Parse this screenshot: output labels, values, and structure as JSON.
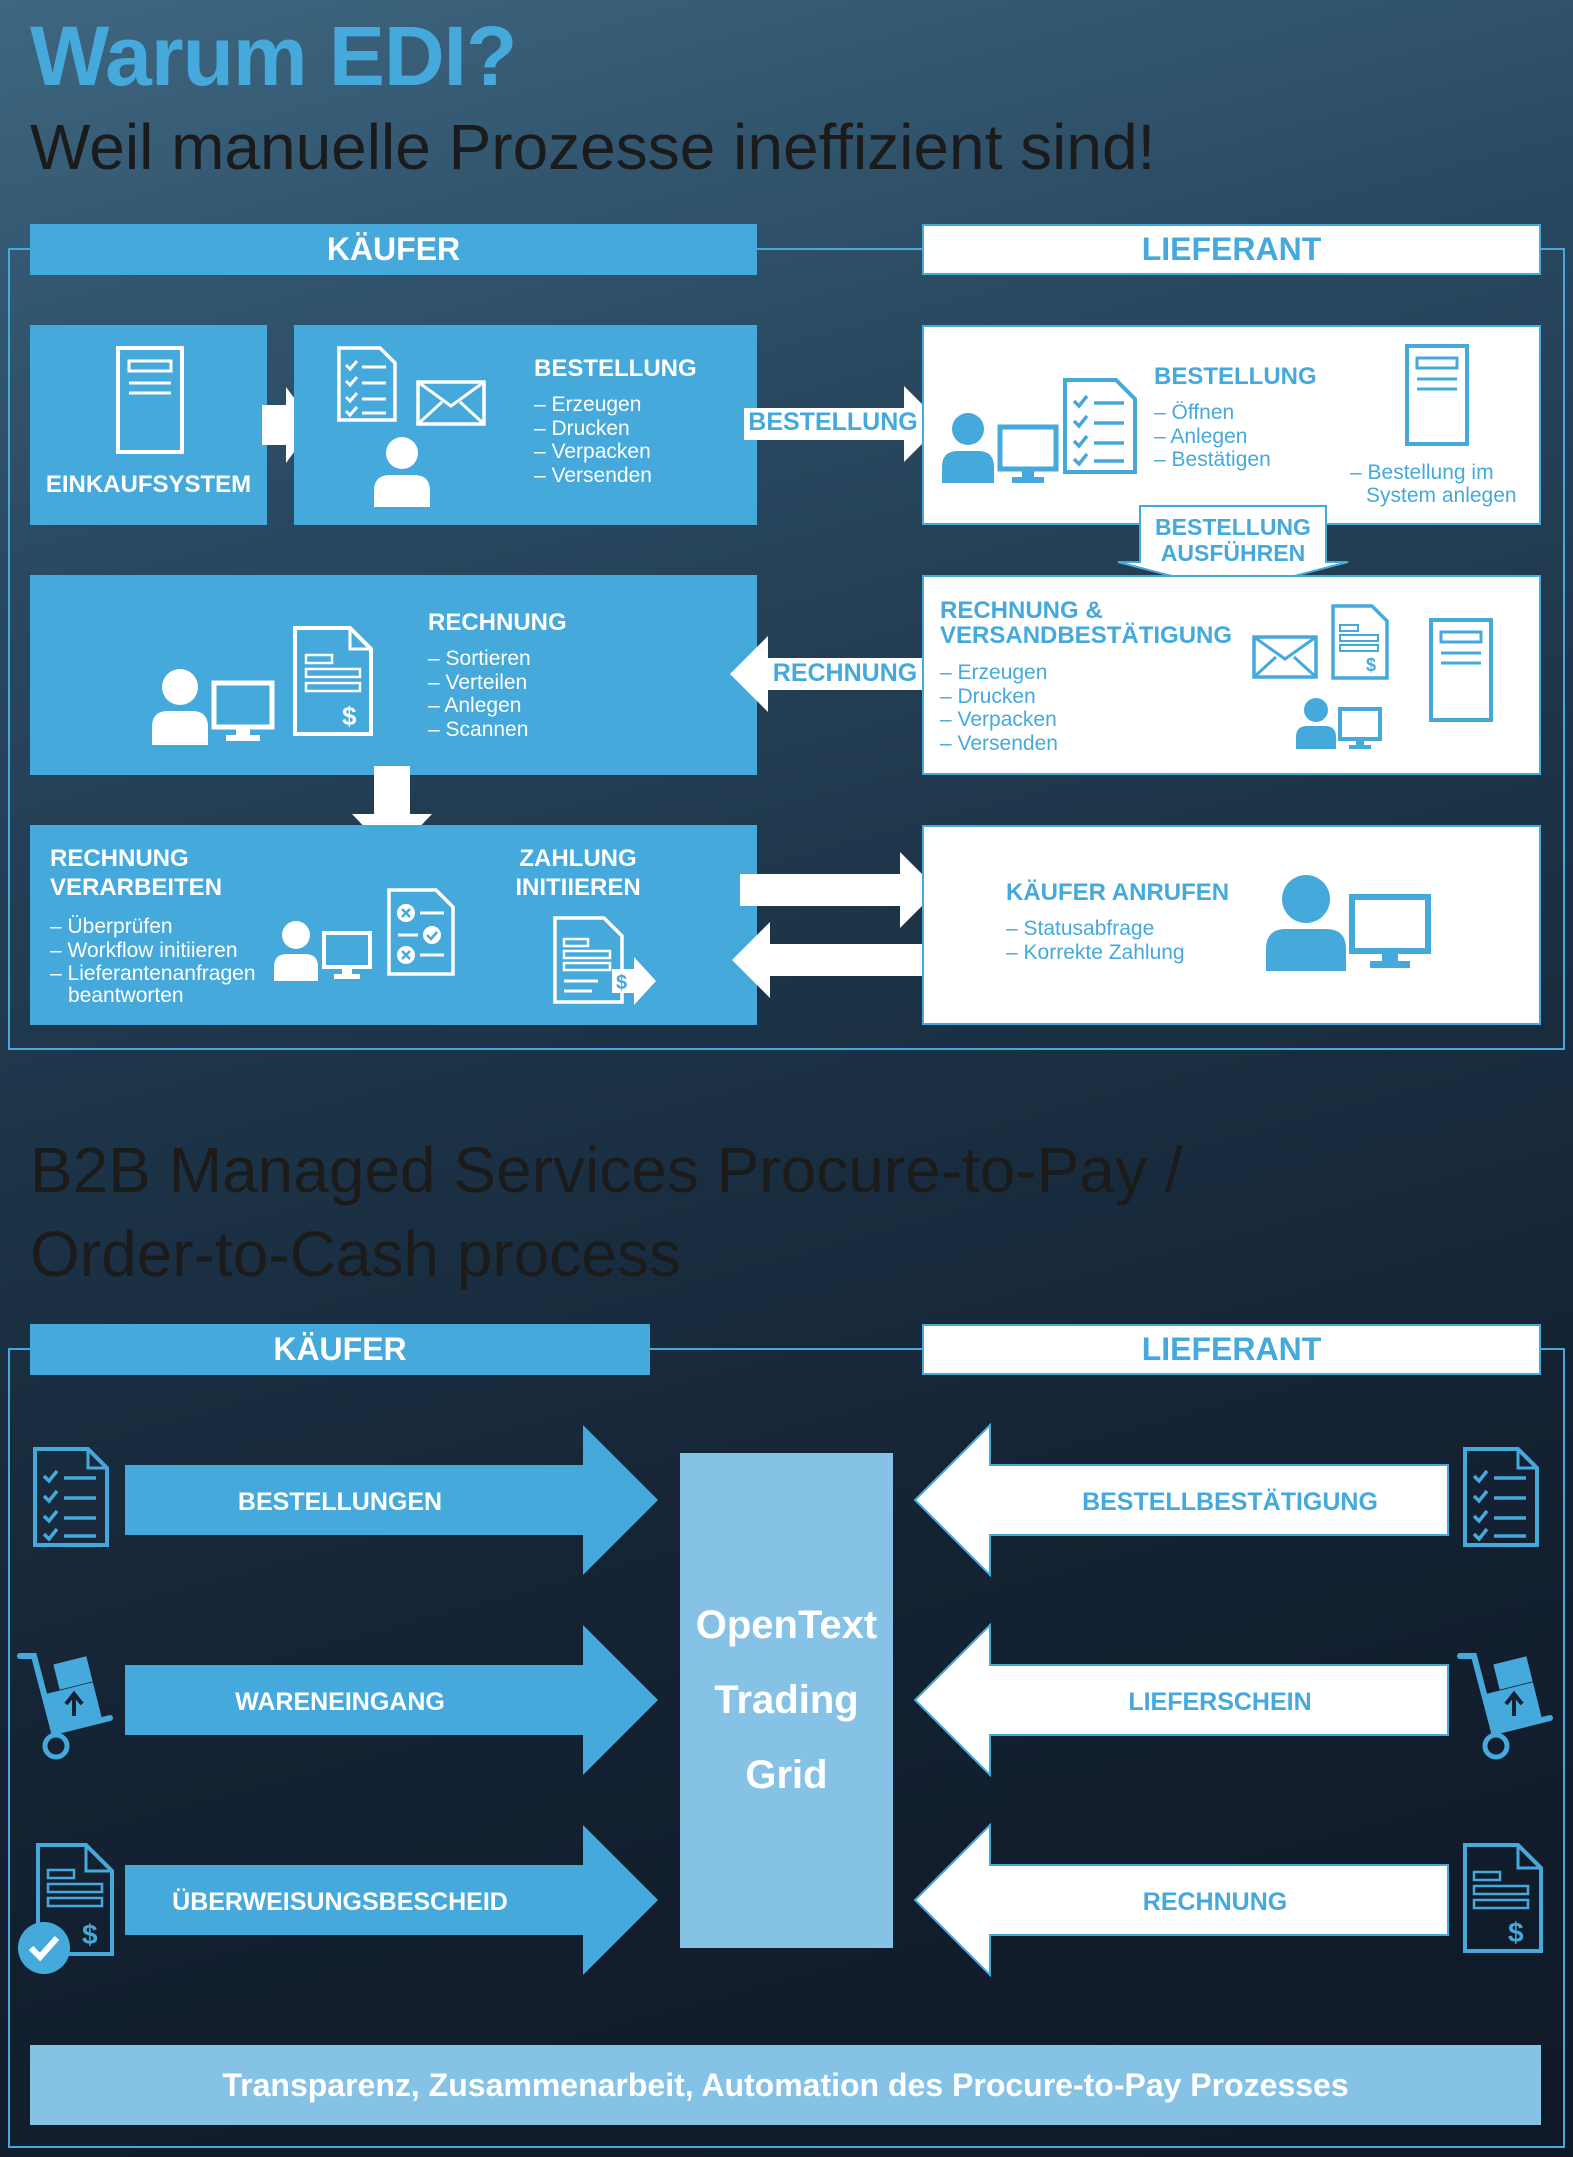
{
  "title": "Warum EDI?",
  "subtitle": "Weil manuelle Prozesse ineffizient sind!",
  "section1": {
    "buyer_header": "KÄUFER",
    "supplier_header": "LIEFERANT",
    "einkauf_label": "EINKAUFSYSTEM",
    "bestellung_title": "BESTELLUNG",
    "bestellung_items": [
      "Erzeugen",
      "Drucken",
      "Verpacken",
      "Versenden"
    ],
    "arrow_bestellung": "BESTELLUNG",
    "sup_bestellung_title": "BESTELLUNG",
    "sup_bestellung_items": [
      "Öffnen",
      "Anlegen",
      "Bestätigen"
    ],
    "sup_system_line1": "– Bestellung im",
    "sup_system_line2": "System anlegen",
    "ausfuehren_line1": "BESTELLUNG",
    "ausfuehren_line2": "AUSFÜHREN",
    "rechnung_title": "RECHNUNG",
    "rechnung_items": [
      "Sortieren",
      "Verteilen",
      "Anlegen",
      "Scannen"
    ],
    "arrow_rechnung": "RECHNUNG",
    "sup_rechnung_title1": "RECHNUNG &",
    "sup_rechnung_title2": "VERSANDBESTÄTIGUNG",
    "sup_rechnung_items": [
      "Erzeugen",
      "Drucken",
      "Verpacken",
      "Versenden"
    ],
    "verarbeiten_title1": "RECHNUNG",
    "verarbeiten_title2": "VERARBEITEN",
    "verarbeiten_items": [
      "Überprüfen",
      "Workflow initiieren",
      "Lieferantenanfragen"
    ],
    "verarbeiten_cont": "beantworten",
    "zahlung_title1": "ZAHLUNG",
    "zahlung_title2": "INITIIEREN",
    "anrufen_title": "KÄUFER ANRUFEN",
    "anrufen_items": [
      "Statusabfrage",
      "Korrekte Zahlung"
    ]
  },
  "title2_line1": "B2B Managed Services Procure-to-Pay /",
  "title2_line2": "Order-to-Cash process",
  "section2": {
    "buyer_header": "KÄUFER",
    "supplier_header": "LIEFERANT",
    "buyer_flows": [
      "BESTELLUNGEN",
      "WARENEINGANG",
      "ÜBERWEISUNGSBESCHEID"
    ],
    "supplier_flows": [
      "BESTELLBESTÄTIGUNG",
      "LIEFERSCHEIN",
      "RECHNUNG"
    ],
    "hub_line1": "OpenText",
    "hub_line2": "Trading",
    "hub_line3": "Grid",
    "footer": "Transparenz, Zusammenarbeit, Automation des Procure-to-Pay Prozesses"
  },
  "colors": {
    "accent": "#45a9dc",
    "light_accent": "#86c1e6",
    "dark_text": "#1b1b1b"
  }
}
